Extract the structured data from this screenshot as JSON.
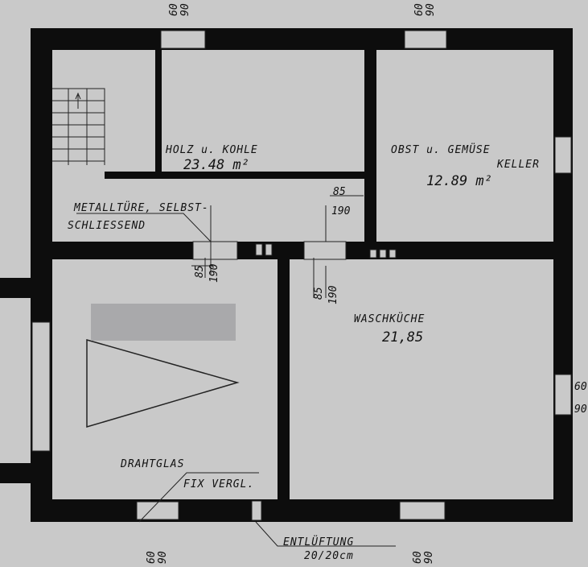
{
  "rooms": {
    "holz": {
      "name": "HOLZ u. KOHLE",
      "area": "23.48 m²"
    },
    "obst": {
      "name1": "OBST u. GEMÜSE",
      "name2": "KELLER",
      "area": "12.89 m²"
    },
    "wasch": {
      "name": "WASCHKÜCHE",
      "area": "21,85"
    }
  },
  "notes": {
    "metalltuer1": "METALLTÜRE, SELBST-",
    "metalltuer2": "SCHLIESSEND",
    "drahtglas": "DRAHTGLAS",
    "fix": "FIX VERGL.",
    "entlueftung": "ENTLÜFTUNG",
    "entlueftung_size": "20/20cm"
  },
  "doors": {
    "width": "85",
    "height": "190"
  },
  "windows": {
    "width": "60",
    "height": "90"
  },
  "colors": {
    "paper": "#c9c9c9",
    "wall": "#0d0d0d",
    "redaction": "#a9a9ab"
  }
}
